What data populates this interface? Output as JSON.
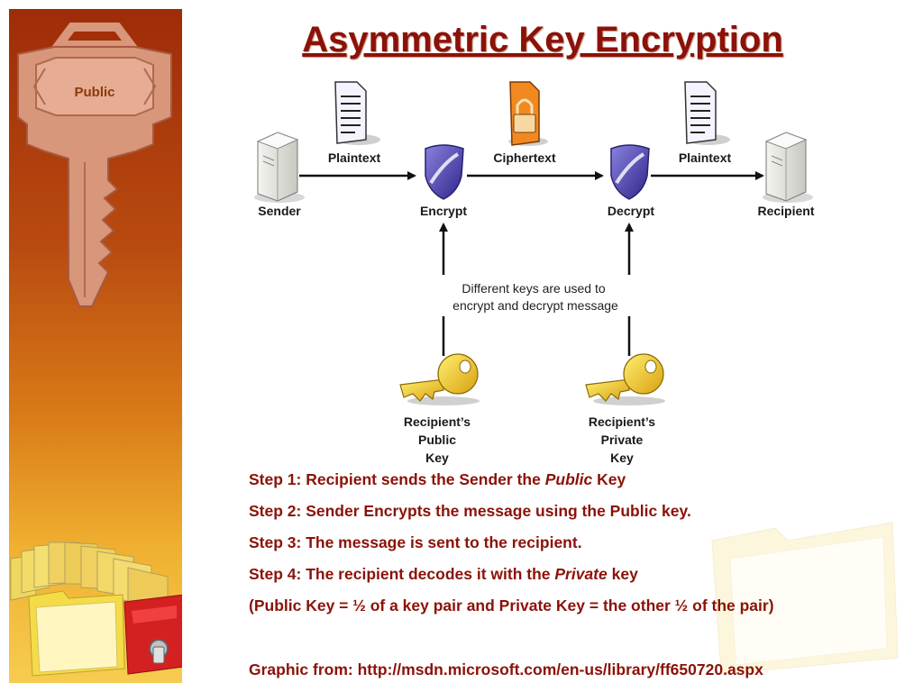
{
  "title": "Asymmetric Key Encryption",
  "sidebar": {
    "key_label": "Public",
    "key_icon": "key-icon",
    "folders_icon": "folder-stack-icon"
  },
  "diagram": {
    "nodes": {
      "sender": "Sender",
      "encrypt": "Encrypt",
      "decrypt": "Decrypt",
      "recipient": "Recipient"
    },
    "edges": {
      "plaintext_1": "Plaintext",
      "ciphertext": "Ciphertext",
      "plaintext_2": "Plaintext"
    },
    "note_line1": "Different keys are used to",
    "note_line2": "encrypt and decrypt message",
    "public_key": {
      "line1": "Recipient’s",
      "line2": "Public",
      "line3": "Key"
    },
    "private_key": {
      "line1": "Recipient’s",
      "line2": "Private",
      "line3": "Key"
    }
  },
  "steps": {
    "s1_pre": "Step 1:  Recipient sends the Sender the ",
    "s1_em": "Public",
    "s1_post": " Key",
    "s2": "Step 2:  Sender Encrypts the message using the Public key.",
    "s3": "Step 3: The message is sent to the recipient.",
    "s4_pre": "Step 4:  The recipient decodes it with the ",
    "s4_em": "Private",
    "s4_post": " key",
    "s5": "(Public Key =  ½ of a key pair and Private Key = the other ½ of the pair)",
    "source": "Graphic from: http://msdn.microsoft.com/en-us/library/ff650720.aspx"
  },
  "colors": {
    "title": "#8b1208",
    "steps": "#8b1208",
    "sidebar_top": "#9e2c08",
    "sidebar_bottom": "#f6cc50",
    "key_body": "#d8967a",
    "shield": "#5b4fb8",
    "gold_key": "#e8c020"
  }
}
